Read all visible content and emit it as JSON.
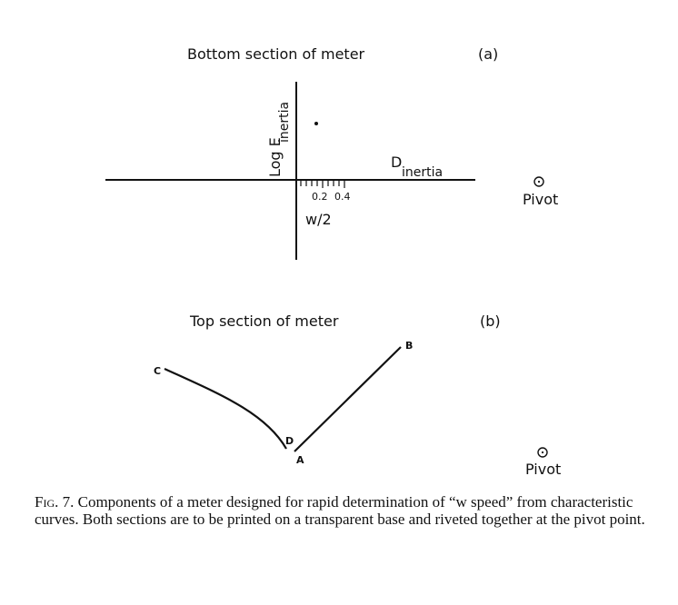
{
  "section_a": {
    "title": "Bottom section of meter",
    "tag": "(a)",
    "y_axis_label": "Log E",
    "y_axis_subscript": "inertia",
    "x_axis_label": "D",
    "x_axis_subscript": "inertia",
    "ticks": [
      "0.2",
      "0.4"
    ],
    "scale_label": "w/2",
    "pivot_label": "Pivot"
  },
  "section_b": {
    "title": "Top section of meter",
    "tag": "(b)",
    "points": {
      "a": "A",
      "b": "B",
      "c": "C",
      "d": "D"
    },
    "pivot_label": "Pivot"
  },
  "caption": {
    "fig_label": "Fig. 7.",
    "text": " Components of a meter designed for rapid determination of “w speed” from characteristic curves. Both sections are to be printed on a transparent base and riveted together at the pivot point."
  }
}
